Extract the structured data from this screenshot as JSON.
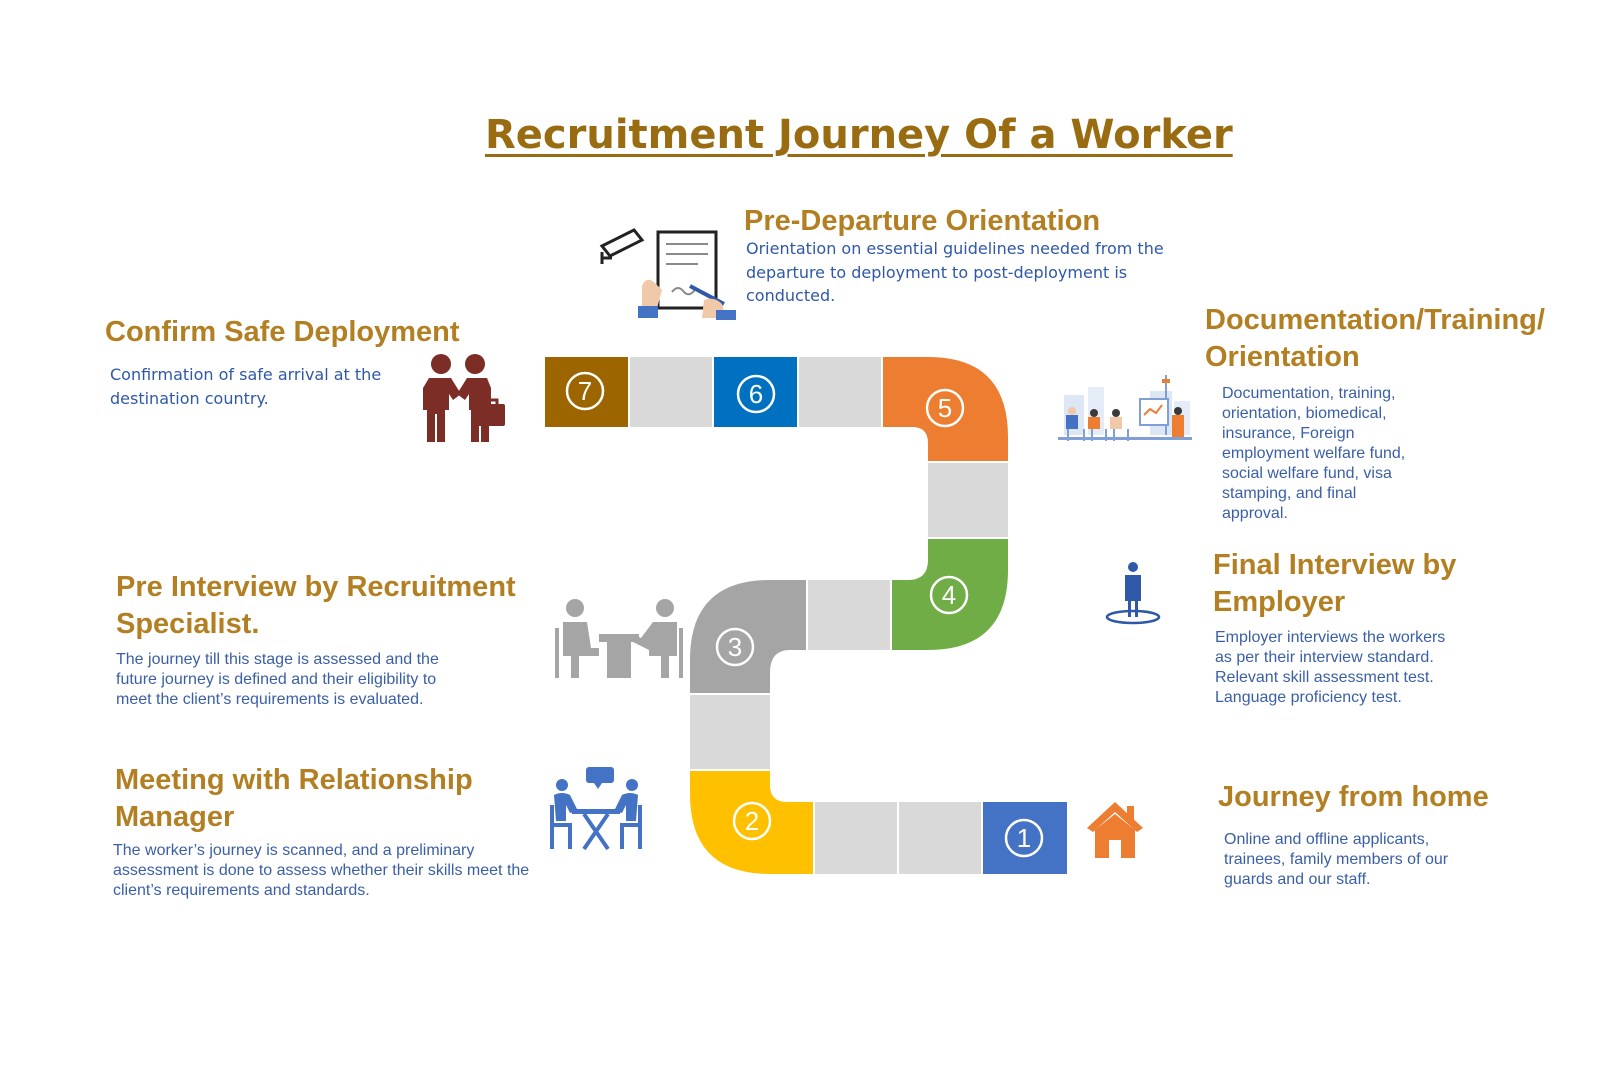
{
  "title": "Recruitment Journey Of  a Worker",
  "colors": {
    "heading": "#b27f22",
    "title": "#9a6c12",
    "description": "#3a5fa6",
    "step1": "#4472c4",
    "step2": "#ffc000",
    "step3": "#a5a5a5",
    "step4": "#70ad47",
    "step5": "#ed7d31",
    "step6": "#0070c0",
    "step7": "#9c6500",
    "connector": "#d9d9d9"
  },
  "stages": [
    {
      "step": "1",
      "title": "Journey from home",
      "description": "Online and offline applicants, trainees, family members of our guards and our staff.",
      "icon": "house-icon"
    },
    {
      "step": "2",
      "title": "Meeting with Relationship Manager",
      "description": "The worker’s journey is scanned, and a preliminary assessment is done to assess whether their skills meet the client’s requirements and standards.",
      "icon": "meeting-table-icon"
    },
    {
      "step": "3",
      "title": "Pre Interview by Recruitment Specialist.",
      "description": "The journey till this stage is assessed and the future journey is defined and their eligibility to meet the client’s requirements is evaluated.",
      "icon": "interview-desk-icon"
    },
    {
      "step": "4",
      "title": "Final Interview by Employer",
      "description_lines": [
        "Employer interviews the workers as per their interview standard.",
        "Relevant skill assessment test.",
        "Language proficiency test."
      ],
      "icon": "person-standing-icon"
    },
    {
      "step": "5",
      "title": "Documentation/Training/ Orientation",
      "description": "Documentation, training, orientation, biomedical, insurance, Foreign employment welfare fund, social welfare fund, visa stamping, and final approval.",
      "icon": "training-session-icon"
    },
    {
      "step": "6",
      "title": "Pre-Departure Orientation",
      "description": "Orientation on essential guidelines needed from the departure to deployment to post-deployment is conducted.",
      "icon": "document-signing-icon"
    },
    {
      "step": "7",
      "title": "Confirm Safe Deployment",
      "description": "Confirmation of safe arrival at the destination country.",
      "icon": "handshake-icon"
    }
  ]
}
